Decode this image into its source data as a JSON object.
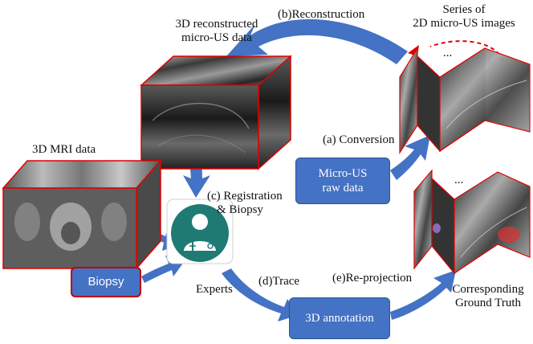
{
  "labels": {
    "reconstructed_title_line1": "3D reconstructed",
    "reconstructed_title_line2": "micro-US data",
    "reconstruction": "(b)Reconstruction",
    "series_line1": "Series of",
    "series_line2": "2D micro-US images",
    "ellipsis_top": "...",
    "ellipsis_bottom": "...",
    "conversion": "(a) Conversion",
    "mri_title": "3D MRI data",
    "registration_line1": "(c) Registration",
    "registration_line2": "& Biopsy",
    "experts": "Experts",
    "trace": "(d)Trace",
    "reprojection": "(e)Re-projection",
    "ground_truth_line1": "Corresponding",
    "ground_truth_line2": "Ground Truth"
  },
  "boxes": {
    "micro_us_raw_line1": "Micro-US",
    "micro_us_raw_line2": "raw data",
    "biopsy": "Biopsy",
    "annotation_3d": "3D annotation"
  },
  "colors": {
    "arrow": "#4472c4",
    "box_fill": "#4472c4",
    "cube_edge": "#e00000",
    "expert_icon": "#1f7a74",
    "biopsy_border": "#c00000",
    "dashed_arrow": "#e00000"
  },
  "icons": [
    "expert-doctor-icon"
  ]
}
